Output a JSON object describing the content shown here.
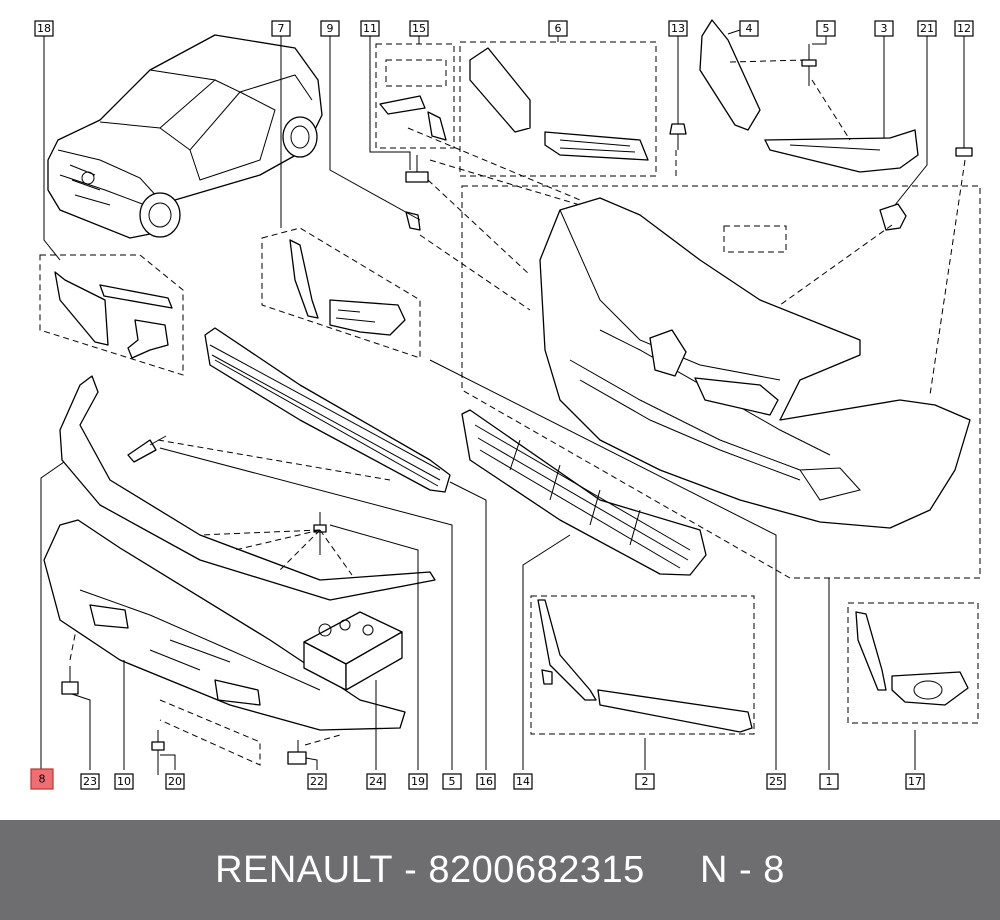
{
  "footer": {
    "brand": "RENAULT",
    "separator": " - ",
    "part_number": "8200682315",
    "position_label": "N - 8"
  },
  "highlight_color": "#ef6e72",
  "footer_color": "#6e6e70",
  "callouts": {
    "c18": "18",
    "c7": "7",
    "c9": "9",
    "c11": "11",
    "c15": "15",
    "c6": "6",
    "c13": "13",
    "c4": "4",
    "c5": "5",
    "c3": "3",
    "c21": "21",
    "c12": "12",
    "c8": "8",
    "c23": "23",
    "c10": "10",
    "c20": "20",
    "c22": "22",
    "c24": "24",
    "c19": "19",
    "c5b": "5",
    "c16": "16",
    "c14": "14",
    "c2": "2",
    "c25": "25",
    "c1": "1",
    "c17": "17"
  },
  "selected_callout": "8"
}
